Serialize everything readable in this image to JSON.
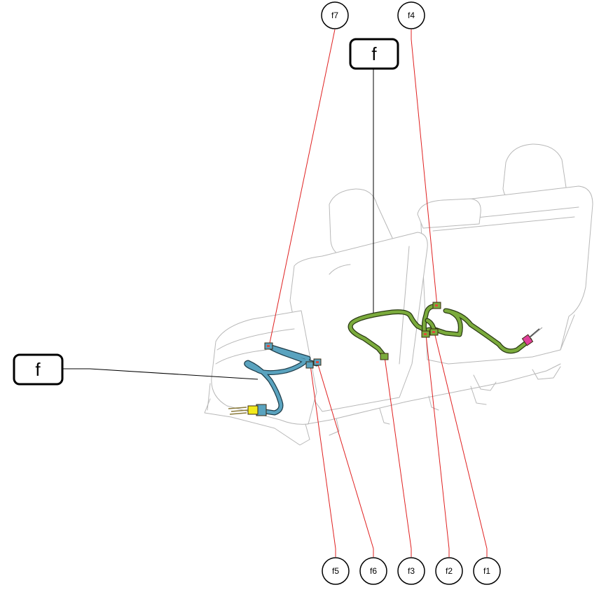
{
  "group_labels": [
    {
      "id": "top",
      "text": "f"
    },
    {
      "id": "left",
      "text": "f"
    }
  ],
  "callouts": [
    {
      "id": "f7",
      "text": "f7"
    },
    {
      "id": "f4",
      "text": "f4"
    },
    {
      "id": "f5",
      "text": "f5"
    },
    {
      "id": "f6",
      "text": "f6"
    },
    {
      "id": "f3",
      "text": "f3"
    },
    {
      "id": "f2",
      "text": "f2"
    },
    {
      "id": "f1",
      "text": "f1"
    }
  ],
  "colors": {
    "leader_red": "#e02020",
    "harness_green": "#7bab3c",
    "harness_blue": "#5aa3bf",
    "connector_yellow": "#f2ea1d",
    "connector_magenta": "#e0409a",
    "seat_outline": "#b8b8b8"
  }
}
